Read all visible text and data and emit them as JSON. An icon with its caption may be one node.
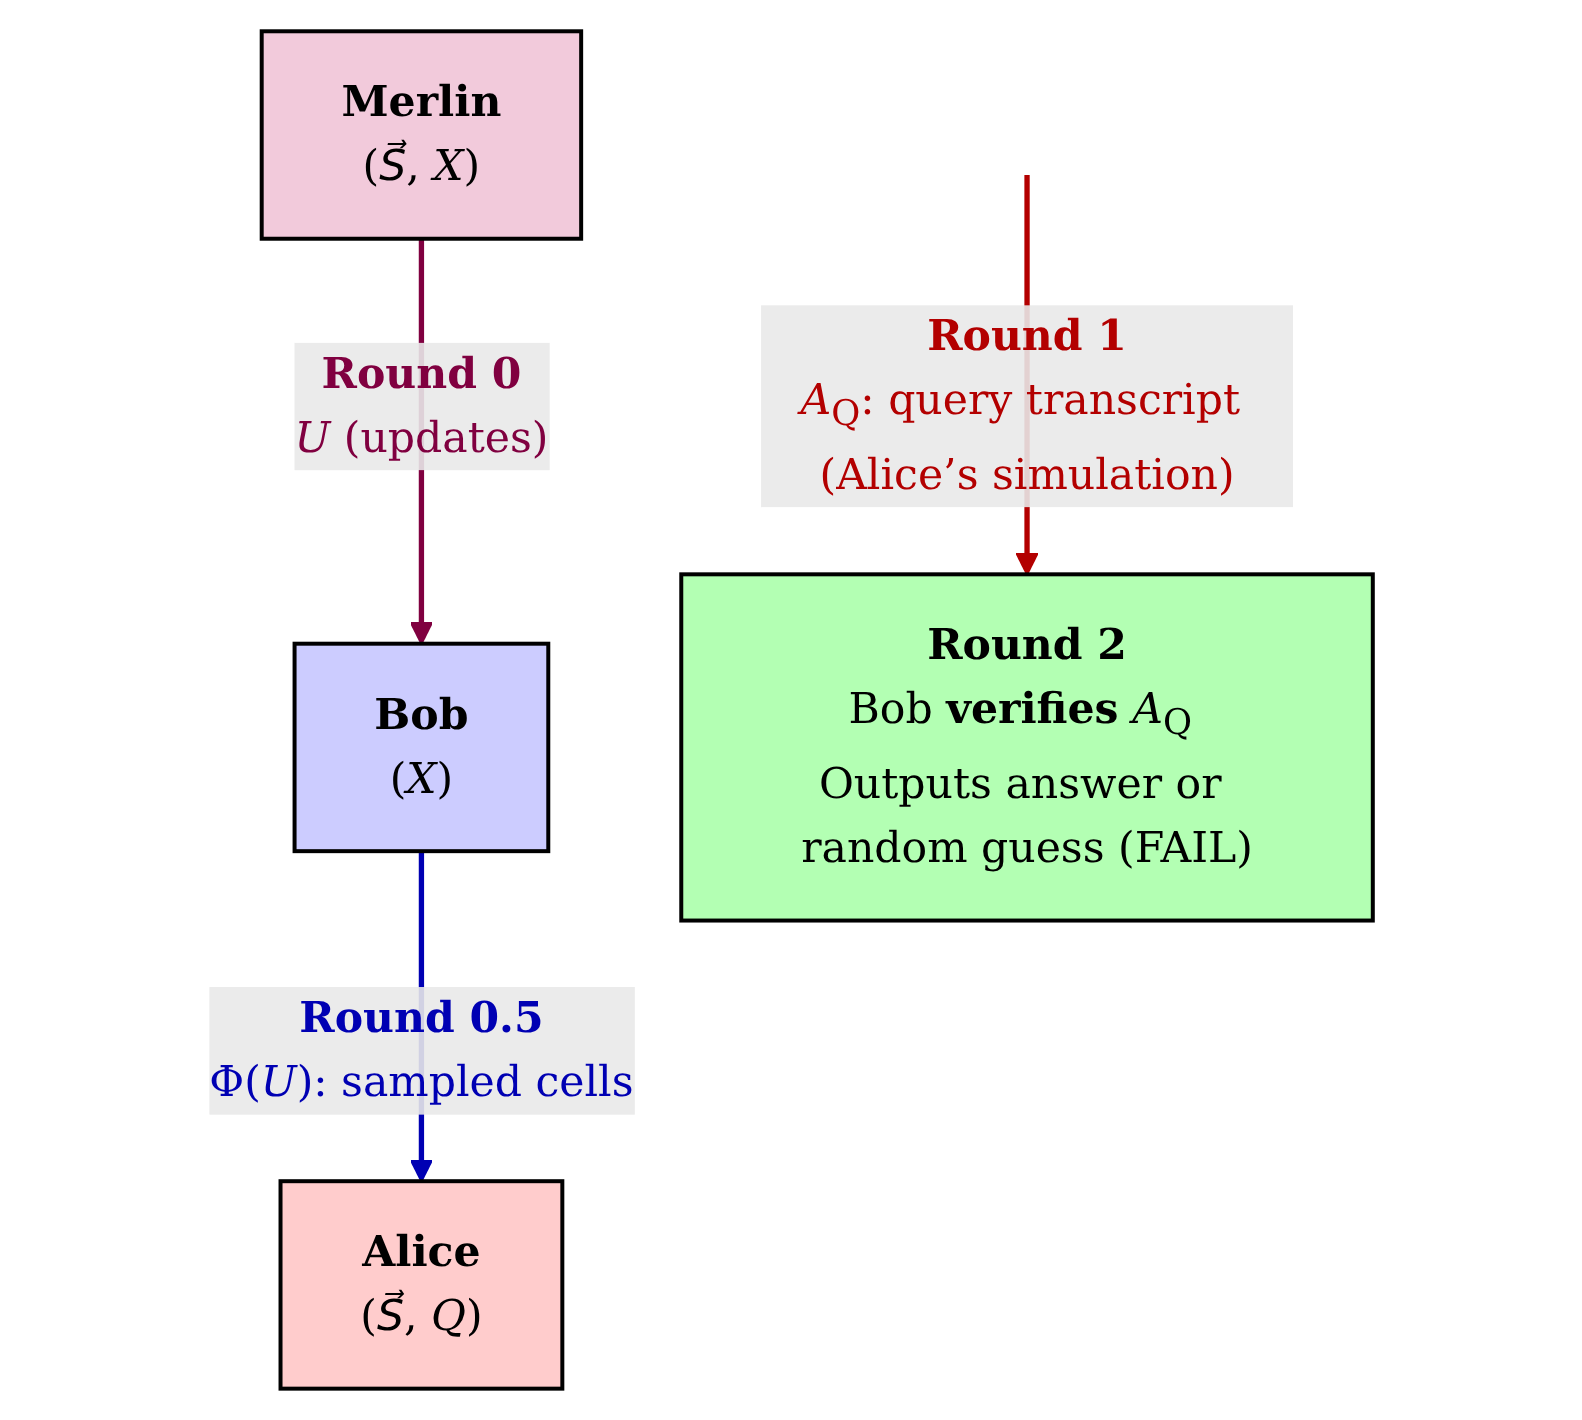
{
  "diagram": {
    "nodes": [
      {
        "text": [
          "Merlin",
          "(*S⃗*, *X*)"
        ]
      },
      {
        "text": [
          "Bob",
          "(*X*)"
        ]
      },
      {
        "text": [
          "Alice",
          "(*S⃗*, *Q*)"
        ]
      },
      {
        "text": [
          "Round 2",
          "Bob **verifies** *A*$_{Q}$ Outputs answer or random guess (FAIL)"
        ]
      }
    ],
    "edges": [
      {
        "from": 0,
        "to": 1,
        "arrow": "to",
        "label": "**Round 0** *U* (updates)",
        "color": "#800040"
      },
      {
        "from": 1,
        "to": 2,
        "arrow": "to",
        "label": "**Round 0.5** Φ(*U*): sampled cells",
        "color": "#0000b3"
      },
      {
        "from": null,
        "to": 3,
        "arrow": "to",
        "label": "**Round 1** *A*$_{Q}$: query transcript (Alice’s simulation)",
        "color": "#b30000"
      }
    ]
  }
}
